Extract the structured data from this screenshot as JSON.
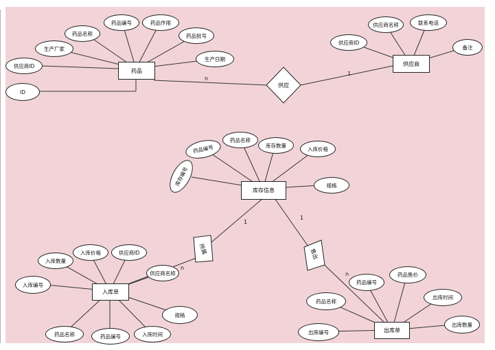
{
  "entities": {
    "drug": "药品",
    "supplier": "供应商",
    "inventory": "库存信息",
    "inbound": "入库单",
    "outbound": "出库单"
  },
  "relations": {
    "supply": "供应",
    "belongs": "所属",
    "sell": "售出"
  },
  "attributes": {
    "drug_name": "药品名称",
    "drug_code": "药品编号",
    "drug_effect": "药品作用",
    "drug_batch": "药品批号",
    "manufacturer": "生产厂家",
    "prod_date": "生产日期",
    "drug_supplier_id": "供应商ID",
    "drug_id": "ID",
    "sup_id": "供应商ID",
    "sup_name": "供应商名称",
    "sup_phone": "联系电话",
    "sup_note": "备注",
    "inv_code": "药品编号",
    "inv_name": "药品名称",
    "inv_qty": "库存数量",
    "inv_price": "入库价格",
    "inv_stock_code": "库存编号",
    "inv_spec": "规格",
    "in_qty": "入库数量",
    "in_price": "入库价格",
    "in_sup_id": "供应商ID",
    "in_code": "入库编号",
    "in_sup_name": "供应商名称",
    "in_spec": "规格",
    "in_drug_name": "药品名称",
    "in_drug_code": "药品编号",
    "in_time": "入库时间",
    "out_drug_code": "药品编号",
    "out_price": "药品售价",
    "out_drug_name": "药品名称",
    "out_time": "出库时间",
    "out_code": "出库编号",
    "out_qty": "出库数量"
  },
  "cardinality": {
    "supply_n": "n",
    "supply_1": "1",
    "belongs_1": "1",
    "belongs_n": "n",
    "sell_1": "1",
    "sell_n": "n"
  }
}
